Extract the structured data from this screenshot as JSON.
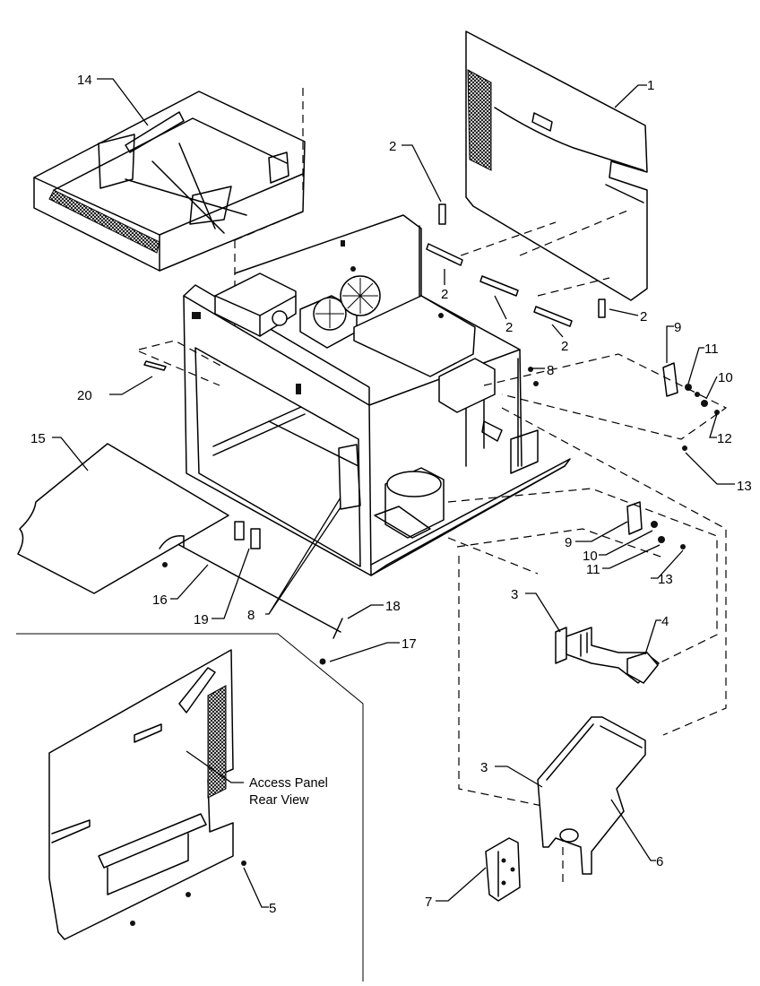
{
  "callouts": {
    "c1": "1",
    "c2a": "2",
    "c2b": "2",
    "c2c": "2",
    "c2d": "2",
    "c2e": "2",
    "c3a": "3",
    "c3b": "3",
    "c4": "4",
    "c5": "5",
    "c6": "6",
    "c7": "7",
    "c8a": "8",
    "c8b": "8",
    "c9a": "9",
    "c9b": "9",
    "c10a": "10",
    "c10b": "10",
    "c11a": "11",
    "c11b": "11",
    "c12": "12",
    "c13a": "13",
    "c13b": "13",
    "c14": "14",
    "c15": "15",
    "c16": "16",
    "c17": "17",
    "c18": "18",
    "c19": "19",
    "c20": "20"
  },
  "access_panel_label": {
    "line1": "Access Panel",
    "line2": "Rear View"
  },
  "line_color": "#000000",
  "background_color": "#ffffff"
}
